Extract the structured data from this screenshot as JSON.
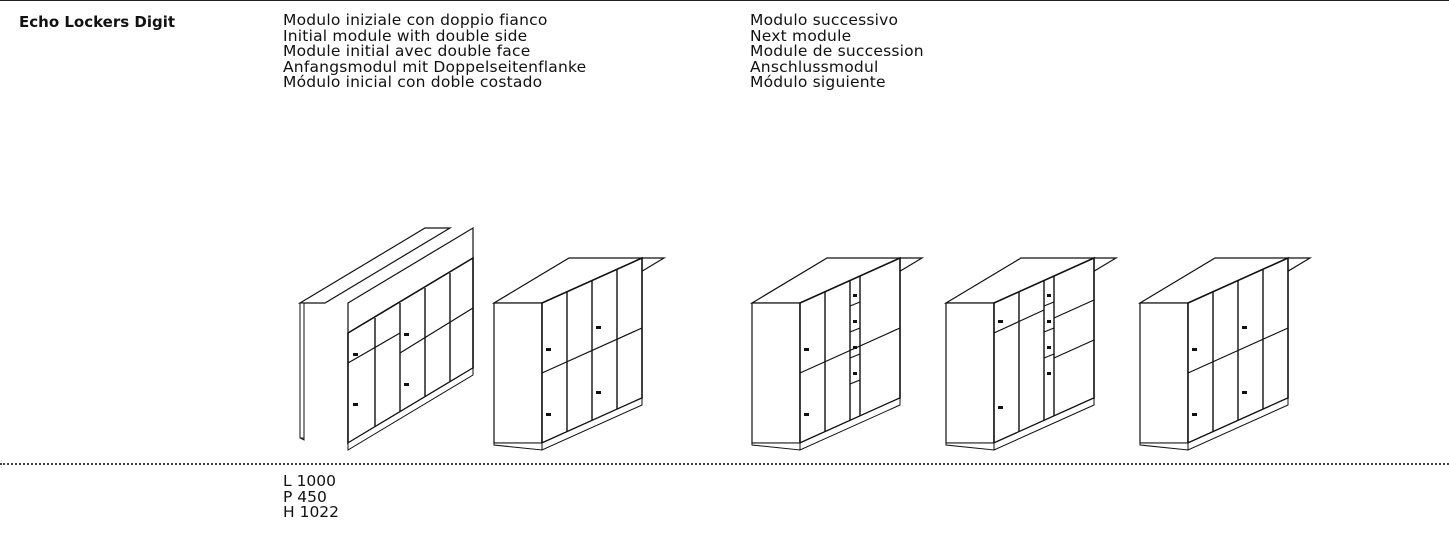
{
  "product": {
    "name": "Echo Lockers Digit"
  },
  "columns": [
    {
      "id": "initial",
      "lines": [
        "Modulo iniziale con doppio fianco",
        "Initial module with double side",
        "Module initial avec double face",
        "Anfangsmodul mit Doppelseitenflanke",
        "Módulo inicial con doble costado"
      ]
    },
    {
      "id": "next",
      "lines": [
        "Modulo successivo",
        "Next module",
        "Module de succession",
        "Anschlussmodul",
        "Módulo siguiente"
      ]
    }
  ],
  "dimensions": [
    "L 1000",
    "P 450",
    "H 1022"
  ],
  "drawings": [
    {
      "name": "locker-drawing-initial-mixed",
      "icon": "locker-cabinet-icon"
    },
    {
      "name": "locker-drawing-initial-eight-doors",
      "icon": "locker-cabinet-icon"
    },
    {
      "name": "locker-drawing-next-small-drawers",
      "icon": "locker-cabinet-icon"
    },
    {
      "name": "locker-drawing-next-mixed",
      "icon": "locker-cabinet-icon"
    },
    {
      "name": "locker-drawing-next-eight-doors",
      "icon": "locker-cabinet-icon"
    }
  ],
  "colors": {
    "line": "#111111",
    "rule": "#444444"
  }
}
